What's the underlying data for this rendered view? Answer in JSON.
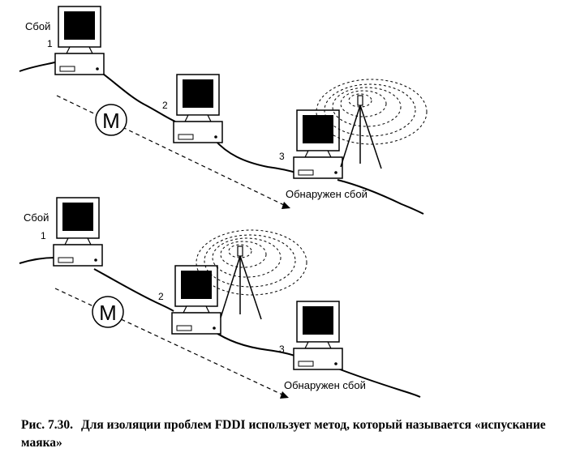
{
  "top_panel": {
    "fault_label": "Сбой",
    "computer_numbers": [
      "1",
      "2",
      "3"
    ],
    "monitor_letter": "M",
    "detected_label": "Обнаружен сбой"
  },
  "bottom_panel": {
    "fault_label": "Сбой",
    "computer_numbers": [
      "1",
      "2",
      "3"
    ],
    "monitor_letter": "M",
    "detected_label": "Обнаружен сбой"
  },
  "caption": {
    "figure_label": "Рис. 7.30.",
    "text": "Для изоляции проблем FDDI использует метод, который называется «испускание маяка»"
  }
}
